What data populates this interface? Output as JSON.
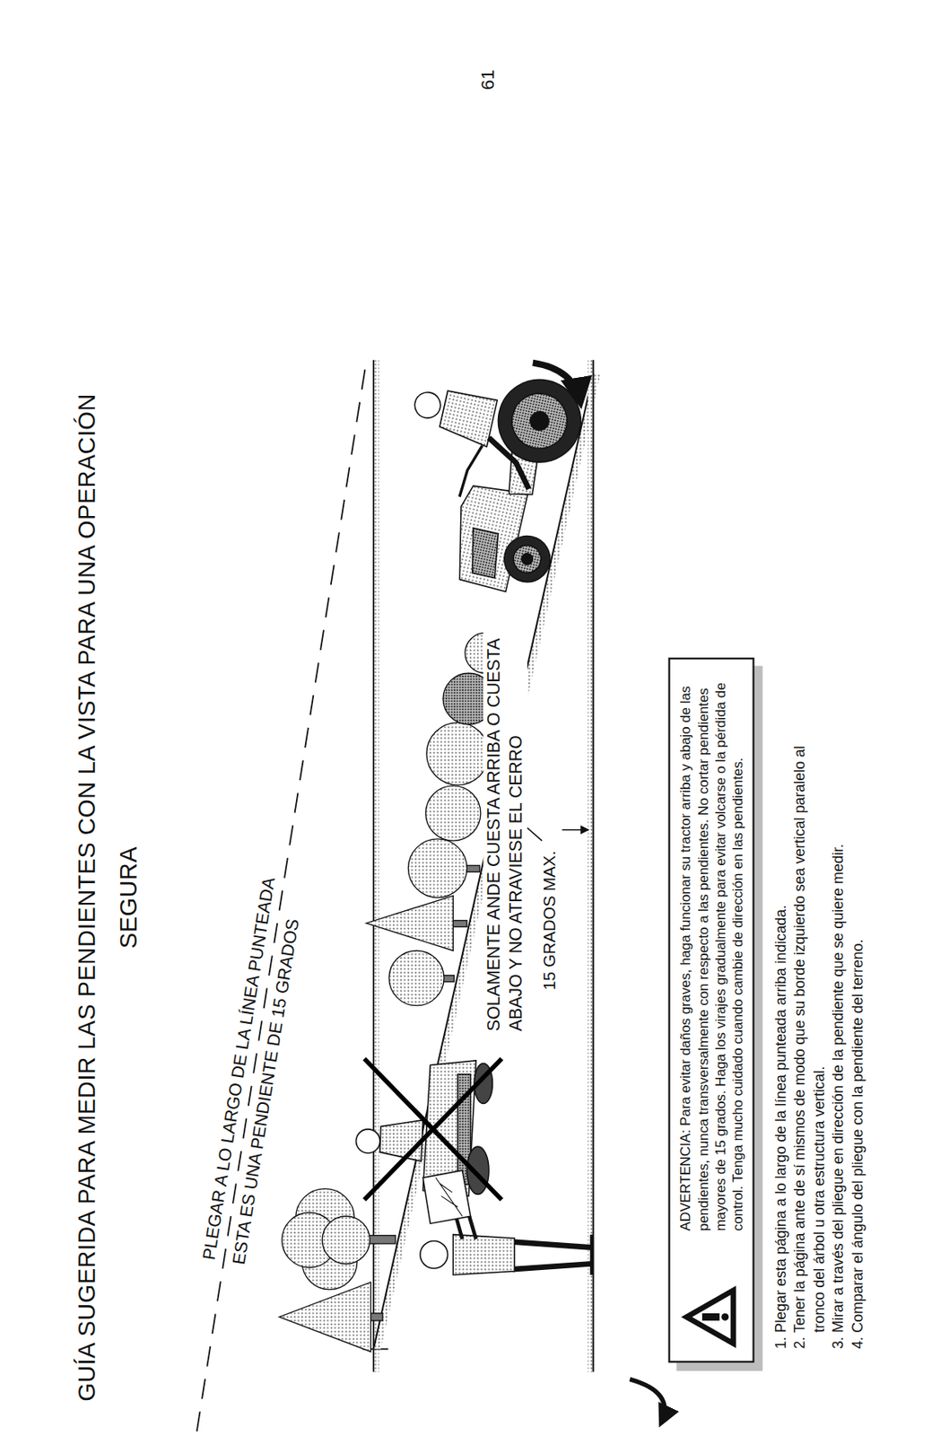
{
  "diagram": {
    "title": "GUÍA SUGERIDA PARA MEDIR LAS PENDIENTES CON LA VISTA PARA UNA OPERACIÓN SEGURA",
    "nodes": [
      {
        "text": [
          "ADVERTENCIA: Para evitar daños graves, haga funcionar su tractor arriba y abajo de las pendientes, nunca transversalmente con respecto a las pendientes. No cortar pendientes mayores de 15 grados. Haga los virajes gradualmente para evitar volcarse o la pérdida de control. Tenga mucho cuidado cuando cambie de dirección en las pendientes."
        ]
      }
    ],
    "labels": [
      "PLEGAR A LO LARGO DE LA LÍNEA PUNTEADA",
      "ESTA ES UNA PENDIENTE DE 15 GRADOS",
      "SOLAMENTE ANDE CUESTA ARRIBA O CUESTA ABAJO Y NO ATRAVIESE EL CERRO",
      "15 GRADOS MAX.",
      "1. Plegar esta página a lo largo de la línea punteada arriba indicada.",
      "2. Tener la página ante de sí mismos de modo que su borde izquierdo sea vertical paralelo al tronco del árbol u otra estructura vertical.",
      "3. Mirar a través del pliegue en dirección de la pendiente que se quiere medir.",
      "4. Comparar el ángulo del pliegue con la pendiente del terreno.",
      "61"
    ]
  }
}
